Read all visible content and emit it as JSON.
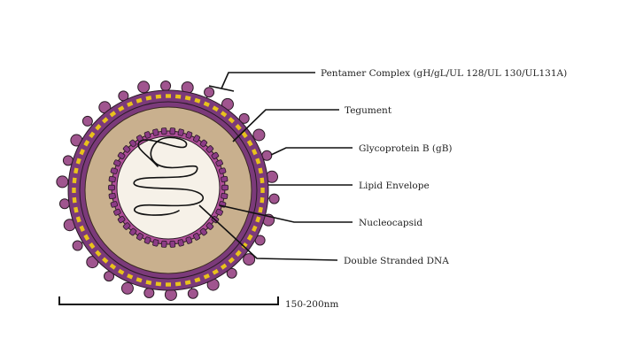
{
  "diagram": {
    "labels": {
      "pentamer": "Pentamer Complex (gH/gL/UL 128/UL 130/UL131A)",
      "tegument": "Tegument",
      "glycoprotein_b": "Glycoprotein B (gB)",
      "lipid_envelope": "Lipid Envelope",
      "nucleocapsid": "Nucleocapsid",
      "dna": "Double Stranded DNA"
    },
    "scale_bar": {
      "label": "150-200nm"
    },
    "colors": {
      "envelope_purple": "#7b3a7a",
      "glycoprotein_purple": "#a0558f",
      "lipid_yellow": "#e8c21c",
      "tegument_tan": "#c9b08e",
      "capsid_interior": "#f6f1e8",
      "outline": "#2a1a25"
    }
  }
}
